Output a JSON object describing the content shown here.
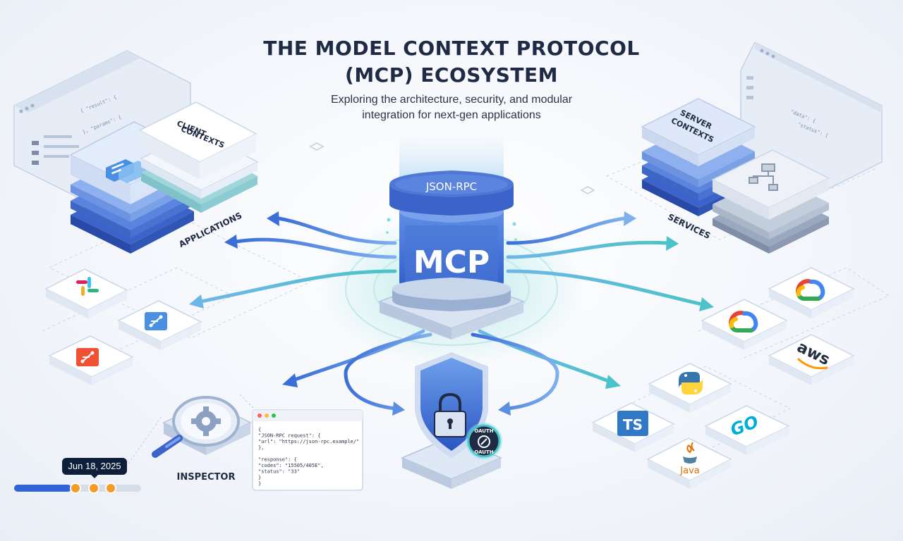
{
  "header": {
    "title_line1": "THE MODEL CONTEXT PROTOCOL",
    "title_line2": "(MCP) ECOSYSTEM",
    "subtitle_line1": "Exploring the architecture, security, and modular",
    "subtitle_line2": "integration for next-gen applications"
  },
  "core": {
    "top_label": "JSON-RPC",
    "main_label": "MCP"
  },
  "left": {
    "client_contexts": [
      "CLIENT",
      "CONTEXTS"
    ],
    "applications": "APPLICATIONS"
  },
  "right": {
    "server_contexts": [
      "SERVER",
      "CONTEXTS"
    ],
    "services": "SERVICES",
    "aws": "aws",
    "ts": "TS",
    "go": "GO",
    "java": "Java"
  },
  "security": {
    "badge_top": "OAUTH",
    "badge_bottom": "OAUTH"
  },
  "inspector": {
    "label": "INSPECTOR",
    "code_lines": [
      "{",
      "  \"JSON-RPC request\": {",
      "    \"url\": \"https://json-rpc.example/\"",
      "  },",
      "",
      "  \"response\": {",
      "    \"codes\": \"15505/405E\",",
      "    \"status\": \"33\"",
      "  }",
      "}"
    ]
  },
  "timeline": {
    "date": "Jun 18, 2025",
    "progress": 0.45
  },
  "colors": {
    "accent_blue": "#3b6fd8",
    "teal": "#4cc3c9",
    "dark_navy": "#1f2a44",
    "orange": "#f59a23"
  }
}
